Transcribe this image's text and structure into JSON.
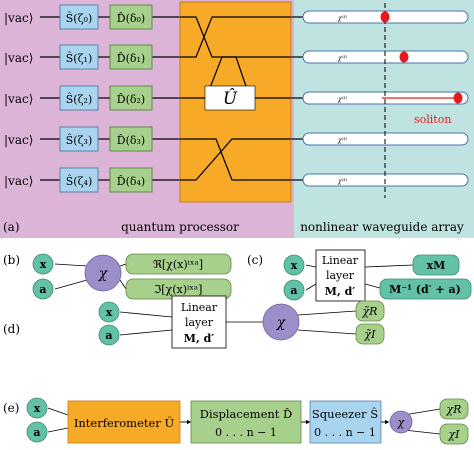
{
  "panel_a": {
    "label": "(a)",
    "vac": [
      "|vac⟩",
      "|vac⟩",
      "|vac⟩",
      "|vac⟩",
      "|vac⟩"
    ],
    "squeezers": [
      "Ŝ(ζ₀)",
      "Ŝ(ζ₁)",
      "Ŝ(ζ₂)",
      "Ŝ(ζ₃)",
      "Ŝ(ζ₄)"
    ],
    "displacements": [
      "D̂(δ₀)",
      "D̂(δ₁)",
      "D̂(δ₂)",
      "D̂(δ₃)",
      "D̂(δ₄)"
    ],
    "unitary": "Û",
    "waveguide_chi": [
      "χ⁽³⁾",
      "χ⁽³⁾",
      "χ⁽³⁾",
      "χ⁽³⁾",
      "χ⁽³⁾"
    ],
    "soliton_label": "soliton",
    "processor_caption": "quantum processor",
    "array_caption": "nonlinear waveguide array",
    "colors": {
      "quantum_bg": "#dcb4d8",
      "array_bg": "#bfe3e1",
      "squeezer": "#a9d4f0",
      "displacement": "#a8d08d",
      "unitary": "#f7a928",
      "soliton": "#e41a1c"
    }
  },
  "panel_b": {
    "label": "(b)",
    "inputs": [
      "x",
      "a"
    ],
    "node": "χ",
    "outputs": [
      "ℜ[χ(x)ⁱˣᵃ]",
      "ℑ[χ(x)ⁱˣᵃ]"
    ]
  },
  "panel_c": {
    "label": "(c)",
    "inputs": [
      "x",
      "a"
    ],
    "layer_line1": "Linear",
    "layer_line2": "layer",
    "layer_line3": "M, d′",
    "outputs": [
      "xM",
      "M⁻¹ (d′ + a)"
    ]
  },
  "panel_d": {
    "label": "(d)",
    "inputs": [
      "x",
      "a"
    ],
    "layer_line1": "Linear",
    "layer_line2": "layer",
    "layer_line3": "M, d′",
    "node": "χ",
    "outputs": [
      "χ̃R",
      "χ̃I"
    ]
  },
  "panel_e": {
    "label": "(e)",
    "inputs": [
      "x",
      "a"
    ],
    "interferometer": "Interferometer Û",
    "displacement_line1": "Displacement D̂",
    "displacement_line2": "0 . . . n − 1",
    "squeezer_line1": "Squeezer Ŝ",
    "squeezer_line2": "0 . . . n − 1",
    "node": "χ",
    "outputs": [
      "χR",
      "χI"
    ]
  }
}
